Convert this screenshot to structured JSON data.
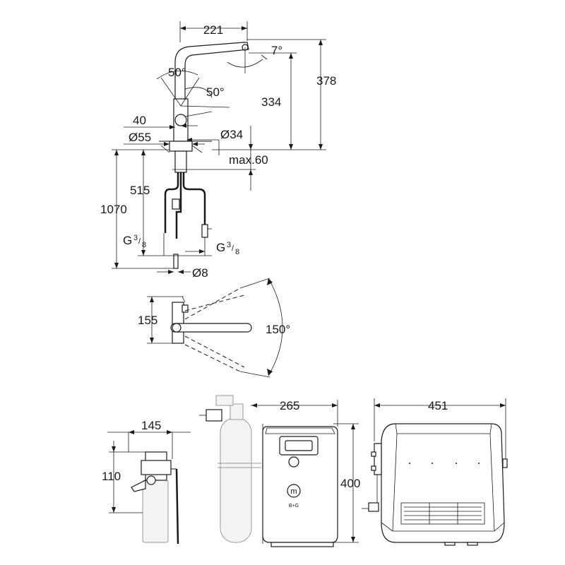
{
  "dimensions": {
    "spout_reach": "221",
    "spout_tilt": "7°",
    "total_height": "378",
    "spout_height": "334",
    "lever_angle_left": "50°",
    "lever_angle_right": "50°",
    "lever_offset": "40",
    "base_diameter": "Ø55",
    "shank_diameter": "Ø34",
    "max_deck": "max.60",
    "hose_515": "515",
    "hose_1070": "1070",
    "connector_left": "G",
    "connector_right": "G",
    "thread_num": "3",
    "thread_den": "8",
    "pipe_diameter": "Ø8",
    "swivel_depth": "155",
    "swivel_angle": "150°",
    "filter_width": "145",
    "filter_head_height": "110",
    "boiler_width": "265",
    "boiler_height": "400",
    "chiller_width": "451"
  },
  "labels": {
    "boiler_badge_text": "m",
    "boiler_small_text": "B+G"
  },
  "colors": {
    "line": "#1a1a1a",
    "faded": "#9a9a9a"
  }
}
